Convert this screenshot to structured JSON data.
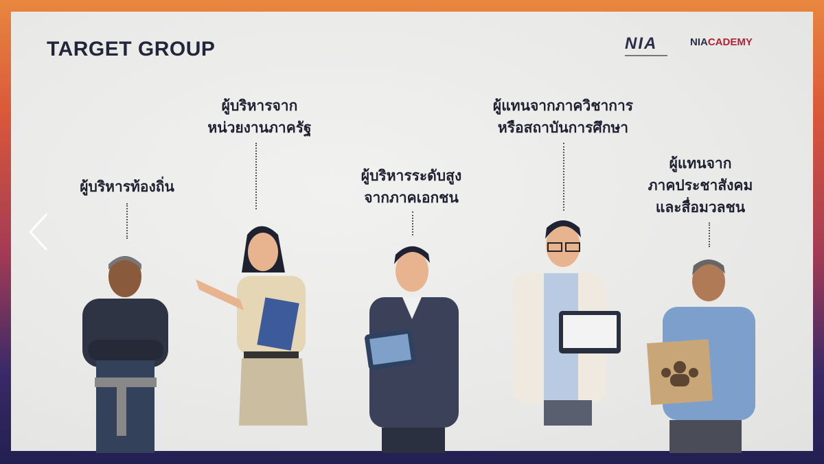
{
  "slide": {
    "title": "TARGET GROUP",
    "logos": {
      "nia": "NIA",
      "academy_left": "NIA",
      "academy_right": "CADEMY"
    },
    "groups": [
      {
        "lines": [
          "ผู้บริหารท้องถิ่น"
        ]
      },
      {
        "lines": [
          "ผู้บริหารจาก",
          "หน่วยงานภาครัฐ"
        ]
      },
      {
        "lines": [
          "ผู้บริหารระดับสูง",
          "จากภาคเอกชน"
        ]
      },
      {
        "lines": [
          "ผู้แทนจากภาควิชาการ",
          "หรือสถาบันการศึกษา"
        ]
      },
      {
        "lines": [
          "ผู้แทนจาก",
          "ภาคประชาสังคม",
          "และสื่อมวลชน"
        ]
      }
    ]
  },
  "navigation": {
    "prev_icon": "chevron-left-icon"
  }
}
